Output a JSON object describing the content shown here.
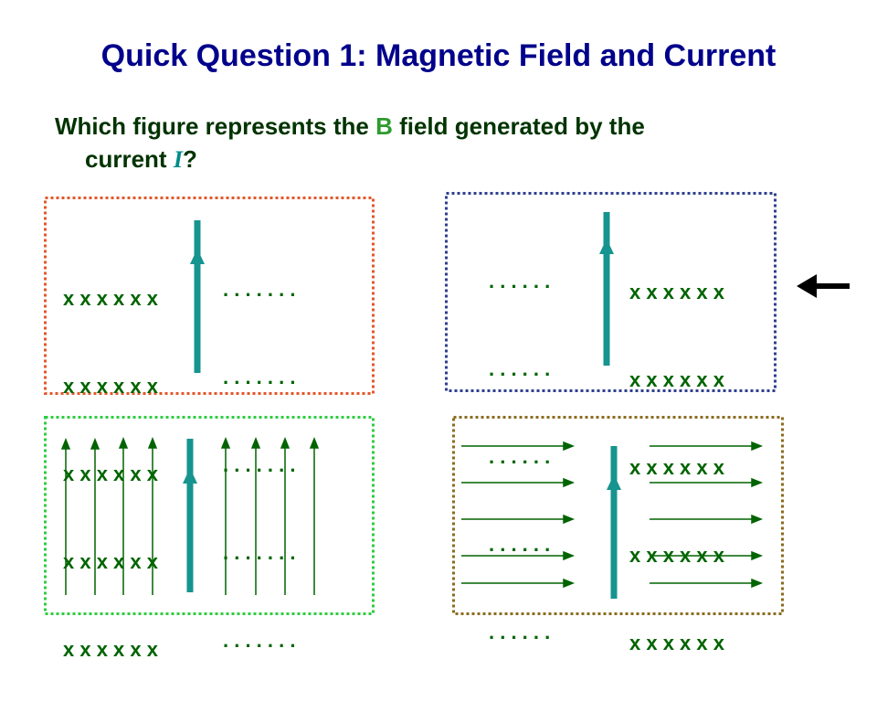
{
  "slide": {
    "title": "Quick Question 1: Magnetic Field and Current",
    "question_before_b": "Which figure represents the ",
    "b_symbol": "B",
    "question_after_b": " field generated by the",
    "question_line2_before_i": "current ",
    "i_symbol": "I",
    "question_line2_after_i": "?"
  },
  "panels": {
    "top_left": {
      "border_color": "#e2572b",
      "left_rows": [
        "x x x x x x",
        "x x x x x x",
        "x x x x x x",
        "x x x x x x",
        "x x x x x x"
      ],
      "right_rows": [
        ". . . . . . .",
        ". . . . . . .",
        ". . . . . . .",
        ". . . . . . .",
        ". . . . . . ."
      ]
    },
    "top_right": {
      "border_color": "#2e3f8f",
      "left_rows": [
        ". . . . . .",
        ". . . . . .",
        ". . . . . .",
        ". . . . . .",
        ". . . . . ."
      ],
      "right_rows": [
        "x x x x x x",
        "x x x x x x",
        "x x x x x x",
        "x x x x x x",
        "x x x x x x"
      ]
    },
    "bottom_left": {
      "border_color": "#2ecc40"
    },
    "bottom_right": {
      "border_color": "#8b6b1f"
    }
  },
  "colors": {
    "current_arrow": "#16948f",
    "field_color": "#006400",
    "pointer": "#000000"
  },
  "icons": {
    "pointer": "left-arrow-icon"
  }
}
